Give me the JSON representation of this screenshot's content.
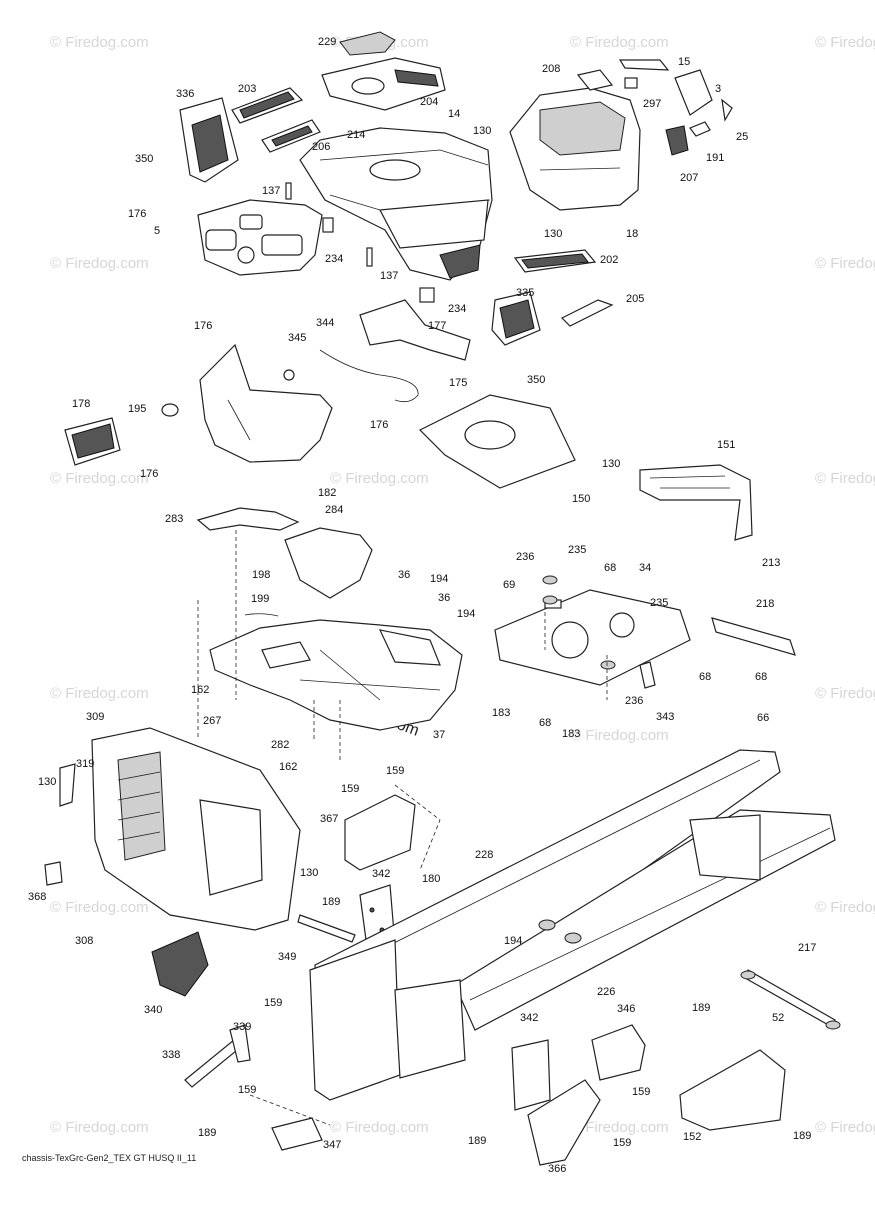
{
  "footer": {
    "code": "chassis-TexGrc-Gen2_TEX GT HUSQ II_11"
  },
  "watermark": {
    "text": "© Firedog.com",
    "center_text": "© Firedog.com"
  },
  "labels": [
    "229",
    "203",
    "336",
    "208",
    "15",
    "3",
    "204",
    "297",
    "14",
    "214",
    "206",
    "130",
    "25",
    "191",
    "350",
    "207",
    "137",
    "176",
    "5",
    "130",
    "18",
    "234",
    "137",
    "202",
    "335",
    "205",
    "176",
    "344",
    "345",
    "177",
    "234",
    "175",
    "350",
    "178",
    "195",
    "176",
    "150",
    "176",
    "182",
    "130",
    "151",
    "283",
    "284",
    "236",
    "235",
    "68",
    "34",
    "198",
    "36",
    "194",
    "69",
    "213",
    "199",
    "36",
    "194",
    "218",
    "235",
    "162",
    "68",
    "267",
    "282",
    "37",
    "183",
    "68",
    "236",
    "343",
    "66",
    "68",
    "162",
    "183",
    "309",
    "319",
    "159",
    "130",
    "159",
    "367",
    "228",
    "180",
    "368",
    "342",
    "130",
    "189",
    "308",
    "349",
    "194",
    "217",
    "340",
    "226",
    "159",
    "338",
    "339",
    "346",
    "189",
    "52",
    "342",
    "159",
    "159",
    "189",
    "347",
    "189",
    "366",
    "159",
    "152",
    "189"
  ]
}
